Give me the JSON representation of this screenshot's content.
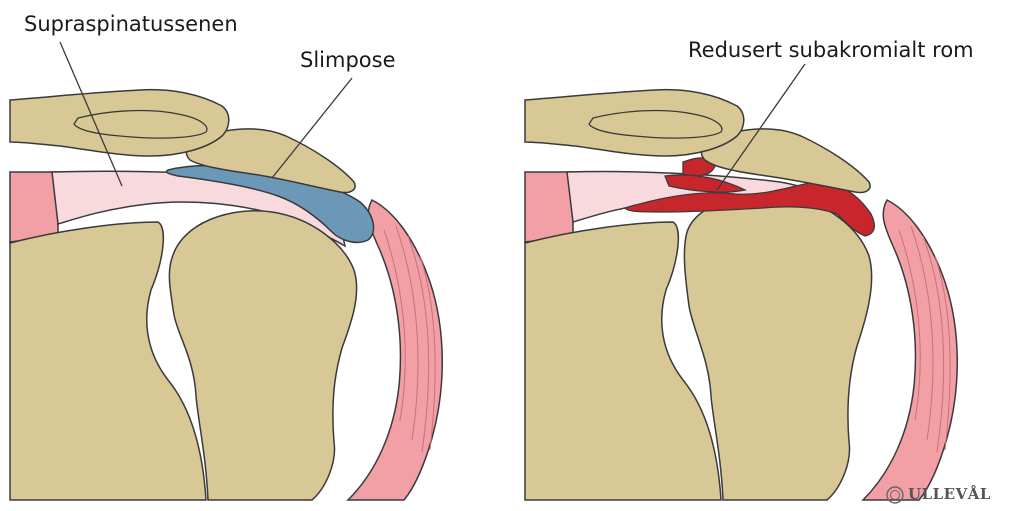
{
  "labels": {
    "supraspinatus": "Supraspinatussenen",
    "bursa": "Slimpose",
    "reduced_space": "Redusert subakromialt rom"
  },
  "logo": {
    "text": "ULLEVÅL"
  },
  "colors": {
    "bone": "#d8c896",
    "bone_outline": "#3a3a3a",
    "muscle": "#f2a0a6",
    "muscle_dark": "#ef8d95",
    "tendon": "#f8dade",
    "bursa_normal": "#6b98b6",
    "bursa_inflamed": "#c8262d"
  }
}
